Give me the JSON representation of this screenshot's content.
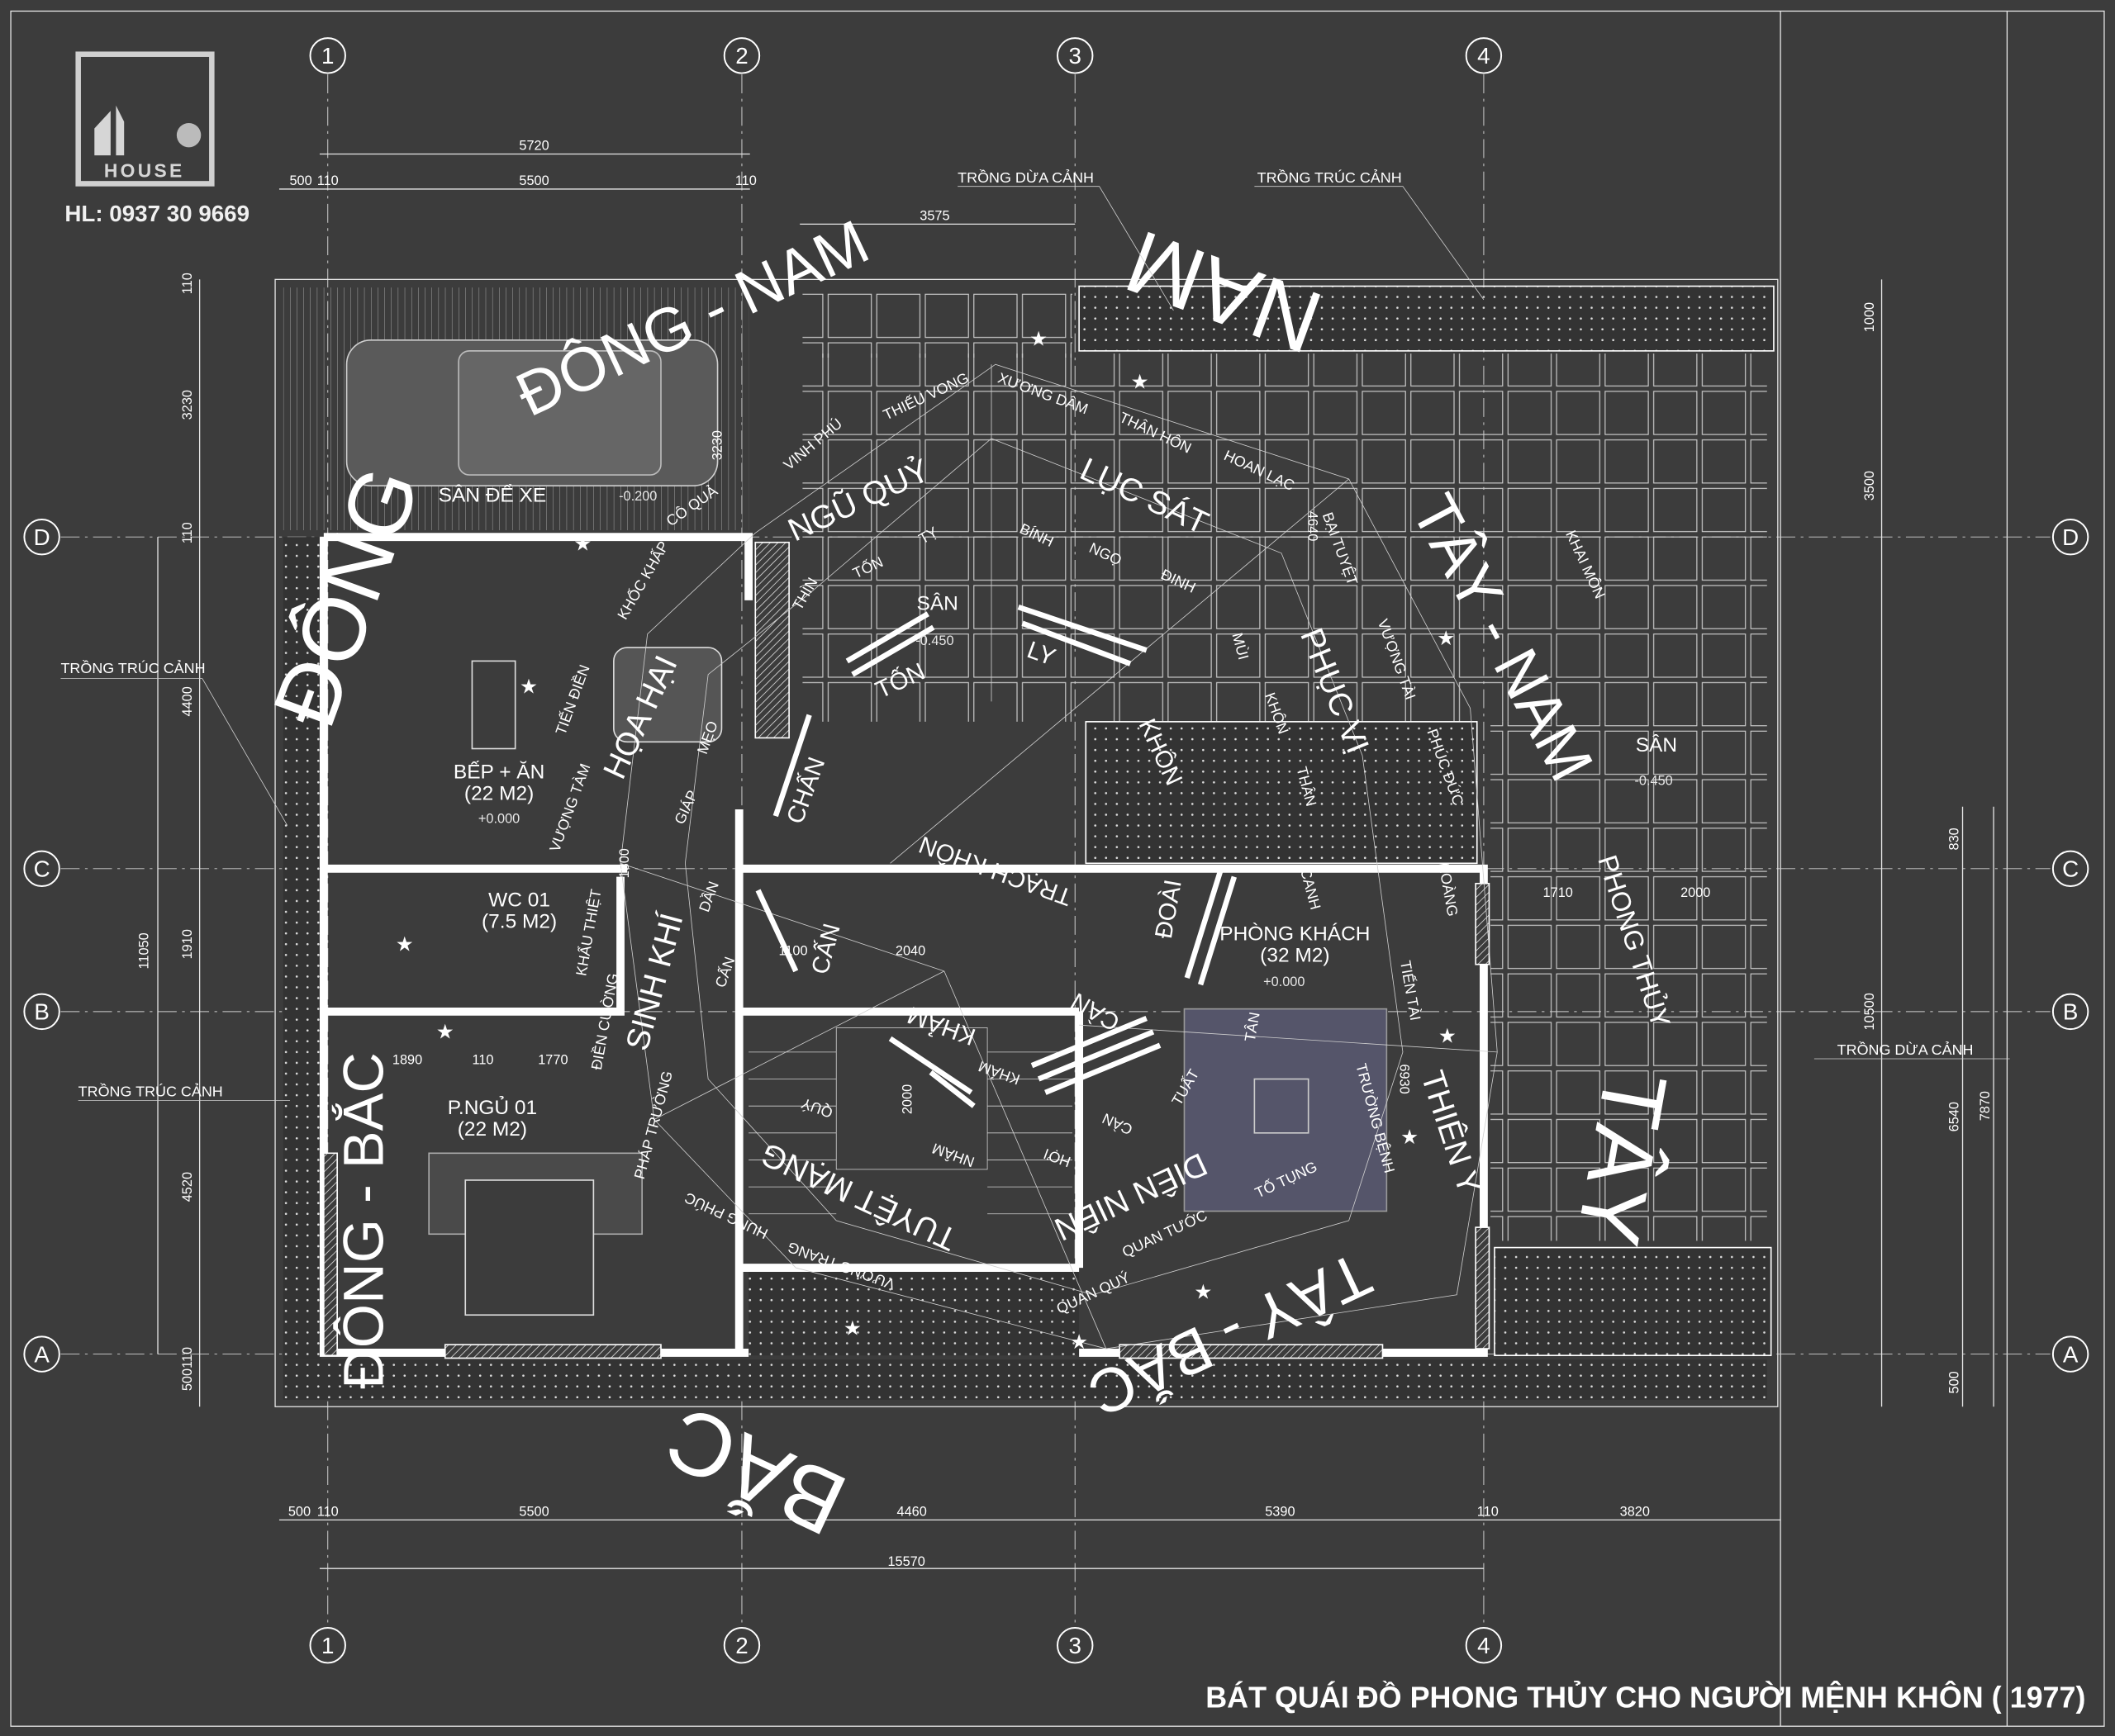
{
  "logo": {
    "brand": "HOUSE",
    "hotline": "HL: 0937 30 9669"
  },
  "title": "BÁT QUÁI ĐỒ PHONG THỦY CHO NGƯỜI MỆNH KHÔN ( 1977)",
  "grid": {
    "columns": [
      "1",
      "2",
      "3",
      "4"
    ],
    "rows": [
      "D",
      "C",
      "B",
      "A"
    ]
  },
  "dimensions": {
    "top": {
      "overall": "5720",
      "offset": "500",
      "wall_left": "110",
      "span": "5500",
      "wall_right": "110",
      "courtyard": "3575"
    },
    "bottom": {
      "offset": "500",
      "wall": "110",
      "span1": "5500",
      "span2": "4460",
      "span3": "5390",
      "wall2": "110",
      "span4": "3820",
      "overall": "15570"
    },
    "left": {
      "top_wall": "110",
      "garage": "3230",
      "wall_d": "110",
      "span_dc": "4400",
      "overall": "11050",
      "span_cb": "1910",
      "span_ba": "4520",
      "bottom": "500110"
    },
    "right": {
      "garden": "1000",
      "yard": "3500",
      "span1": "830",
      "overall": "10500",
      "span2": "6540",
      "span3": "7870",
      "bottom": "500"
    },
    "inner": {
      "garage_depth": "3230",
      "d1": "4640",
      "d2": "6930",
      "d3": "1800",
      "d4": "2000",
      "d5": "1100",
      "d6": "2040",
      "d7": "1890",
      "d8": "110",
      "d9": "1770",
      "d10": "1710",
      "d11": "2000"
    }
  },
  "rooms": {
    "garage": "SÂN ĐỂ XE",
    "garage_level": "-0.200",
    "co_qua": "CÔ QUẢ",
    "kitchen": "BẾP + ĂN",
    "kitchen_area": "(22 M2)",
    "kitchen_level": "+0.000",
    "wc": "WC 01",
    "wc_area": "(7.5 M2)",
    "bedroom": "P.NGỦ 01",
    "bedroom_area": "(22 M2)",
    "living": "PHÒNG KHÁCH",
    "living_area": "(32 M2)",
    "living_level": "+0.000",
    "yard1": "SÂN",
    "yard1_level": "-0.450",
    "yard2": "SÂN",
    "yard2_level": "-0.450"
  },
  "directions": {
    "southeast": "ĐÔNG - NAM",
    "south": "NAM",
    "southwest": "TÂY - NAM",
    "west": "TÂY",
    "northwest": "TÂY - BẮC",
    "north": "BẮC",
    "northeast": "ĐÔNG - BẮC",
    "east": "ĐÔNG"
  },
  "stars": {
    "ngu_quy": "NGŨ QUỶ",
    "luc_sat": "LỤC SÁT",
    "phuc_vi": "PHỤC VỊ",
    "thien_y": "THIÊN Y",
    "dien_nien": "DIÊN NIÊN",
    "tuyet_mang": "TUYỆT MẠNG",
    "sinh_khi": "SINH KHÍ",
    "hoa_hai": "HỌA HẠI",
    "phong_thuy": "PHONG THỦY"
  },
  "trigrams": {
    "ton": "TỐN",
    "ly": "LY",
    "khon": "KHÔN",
    "doai": "ĐOÀI",
    "can_n": "CÀN",
    "kham": "KHẢM",
    "can_ne": "CẤN",
    "chan": "CHẤN",
    "trach_khon": "TRẠCH KHÔN"
  },
  "sectors": [
    "VINH PHÚ",
    "THIẾU VONG",
    "XƯƠNG DÂM",
    "THÂN HÔN",
    "HOAN LẠC",
    "TỐN",
    "TỴ",
    "BÍNH",
    "NGỌ",
    "ĐINH",
    "MÙI",
    "BẠI TUYỆT",
    "VƯỢNG TÀI",
    "KHAI MÔN",
    "KHỐC KHẤP",
    "THÌN",
    "TIẾN ĐIỀN",
    "VƯỢNG TÀM",
    "GIÁP",
    "MẸO",
    "DẦN",
    "CẤN",
    "KHẨU THIỆT",
    "ĐIỀN CƯỜNG",
    "PHÁP TRƯỜNG",
    "HUNG PHÚC",
    "VƯỢNG TRANG",
    "QUÝ",
    "NHÂM",
    "KHẢM",
    "HỢI",
    "CÀN",
    "TUẤT",
    "TÂN",
    "TIẾN TÀI",
    "TRƯỜNG BỆNH",
    "TỐ TỤNG",
    "QUAN TƯỚC",
    "QUAN QUÝ",
    "PHÚC ĐỨC",
    "HOÀNG",
    "CANH",
    "KHÔN",
    "THÂN"
  ],
  "annotations": {
    "coconut_top": "TRỒNG DỪA CẢNH",
    "bamboo_top": "TRỒNG TRÚC CẢNH",
    "bamboo_left1": "TRỒNG TRÚC CẢNH",
    "bamboo_left2": "TRỒNG TRÚC CẢNH",
    "coconut_right": "TRỒNG DỪA CẢNH"
  },
  "colors": {
    "background": "#3c3c3c",
    "lines": "#ffffff",
    "furniture": "#5c5c70"
  }
}
